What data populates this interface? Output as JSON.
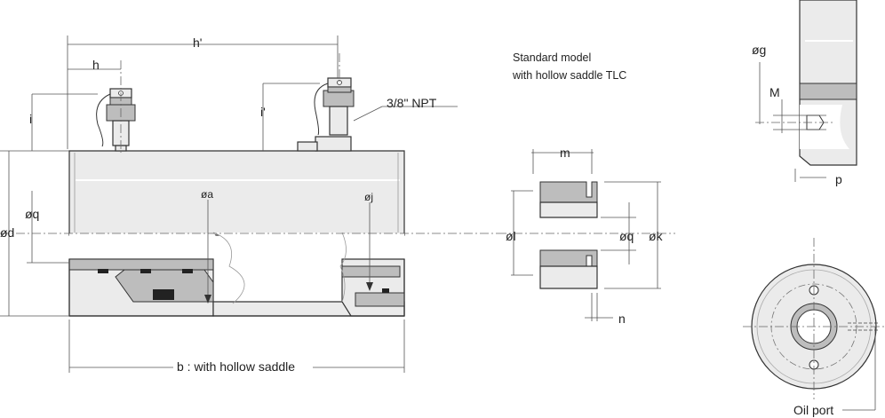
{
  "labels": {
    "h_prime": "h'",
    "h": "h",
    "i": "i",
    "i_prime": "i'",
    "npt": "3/8\" NPT",
    "oq_left": "øq",
    "od": "ød",
    "oa": "øa",
    "oj": "øj",
    "b": "b : with hollow saddle",
    "m": "m",
    "ol": "øl",
    "oq_saddle": "øq",
    "ok": "øk",
    "n": "n",
    "og": "øg",
    "M": "M",
    "p": "p",
    "oil_port": "Oil port"
  },
  "note": {
    "line1": "Standard model",
    "line2": "with hollow saddle TLC"
  }
}
